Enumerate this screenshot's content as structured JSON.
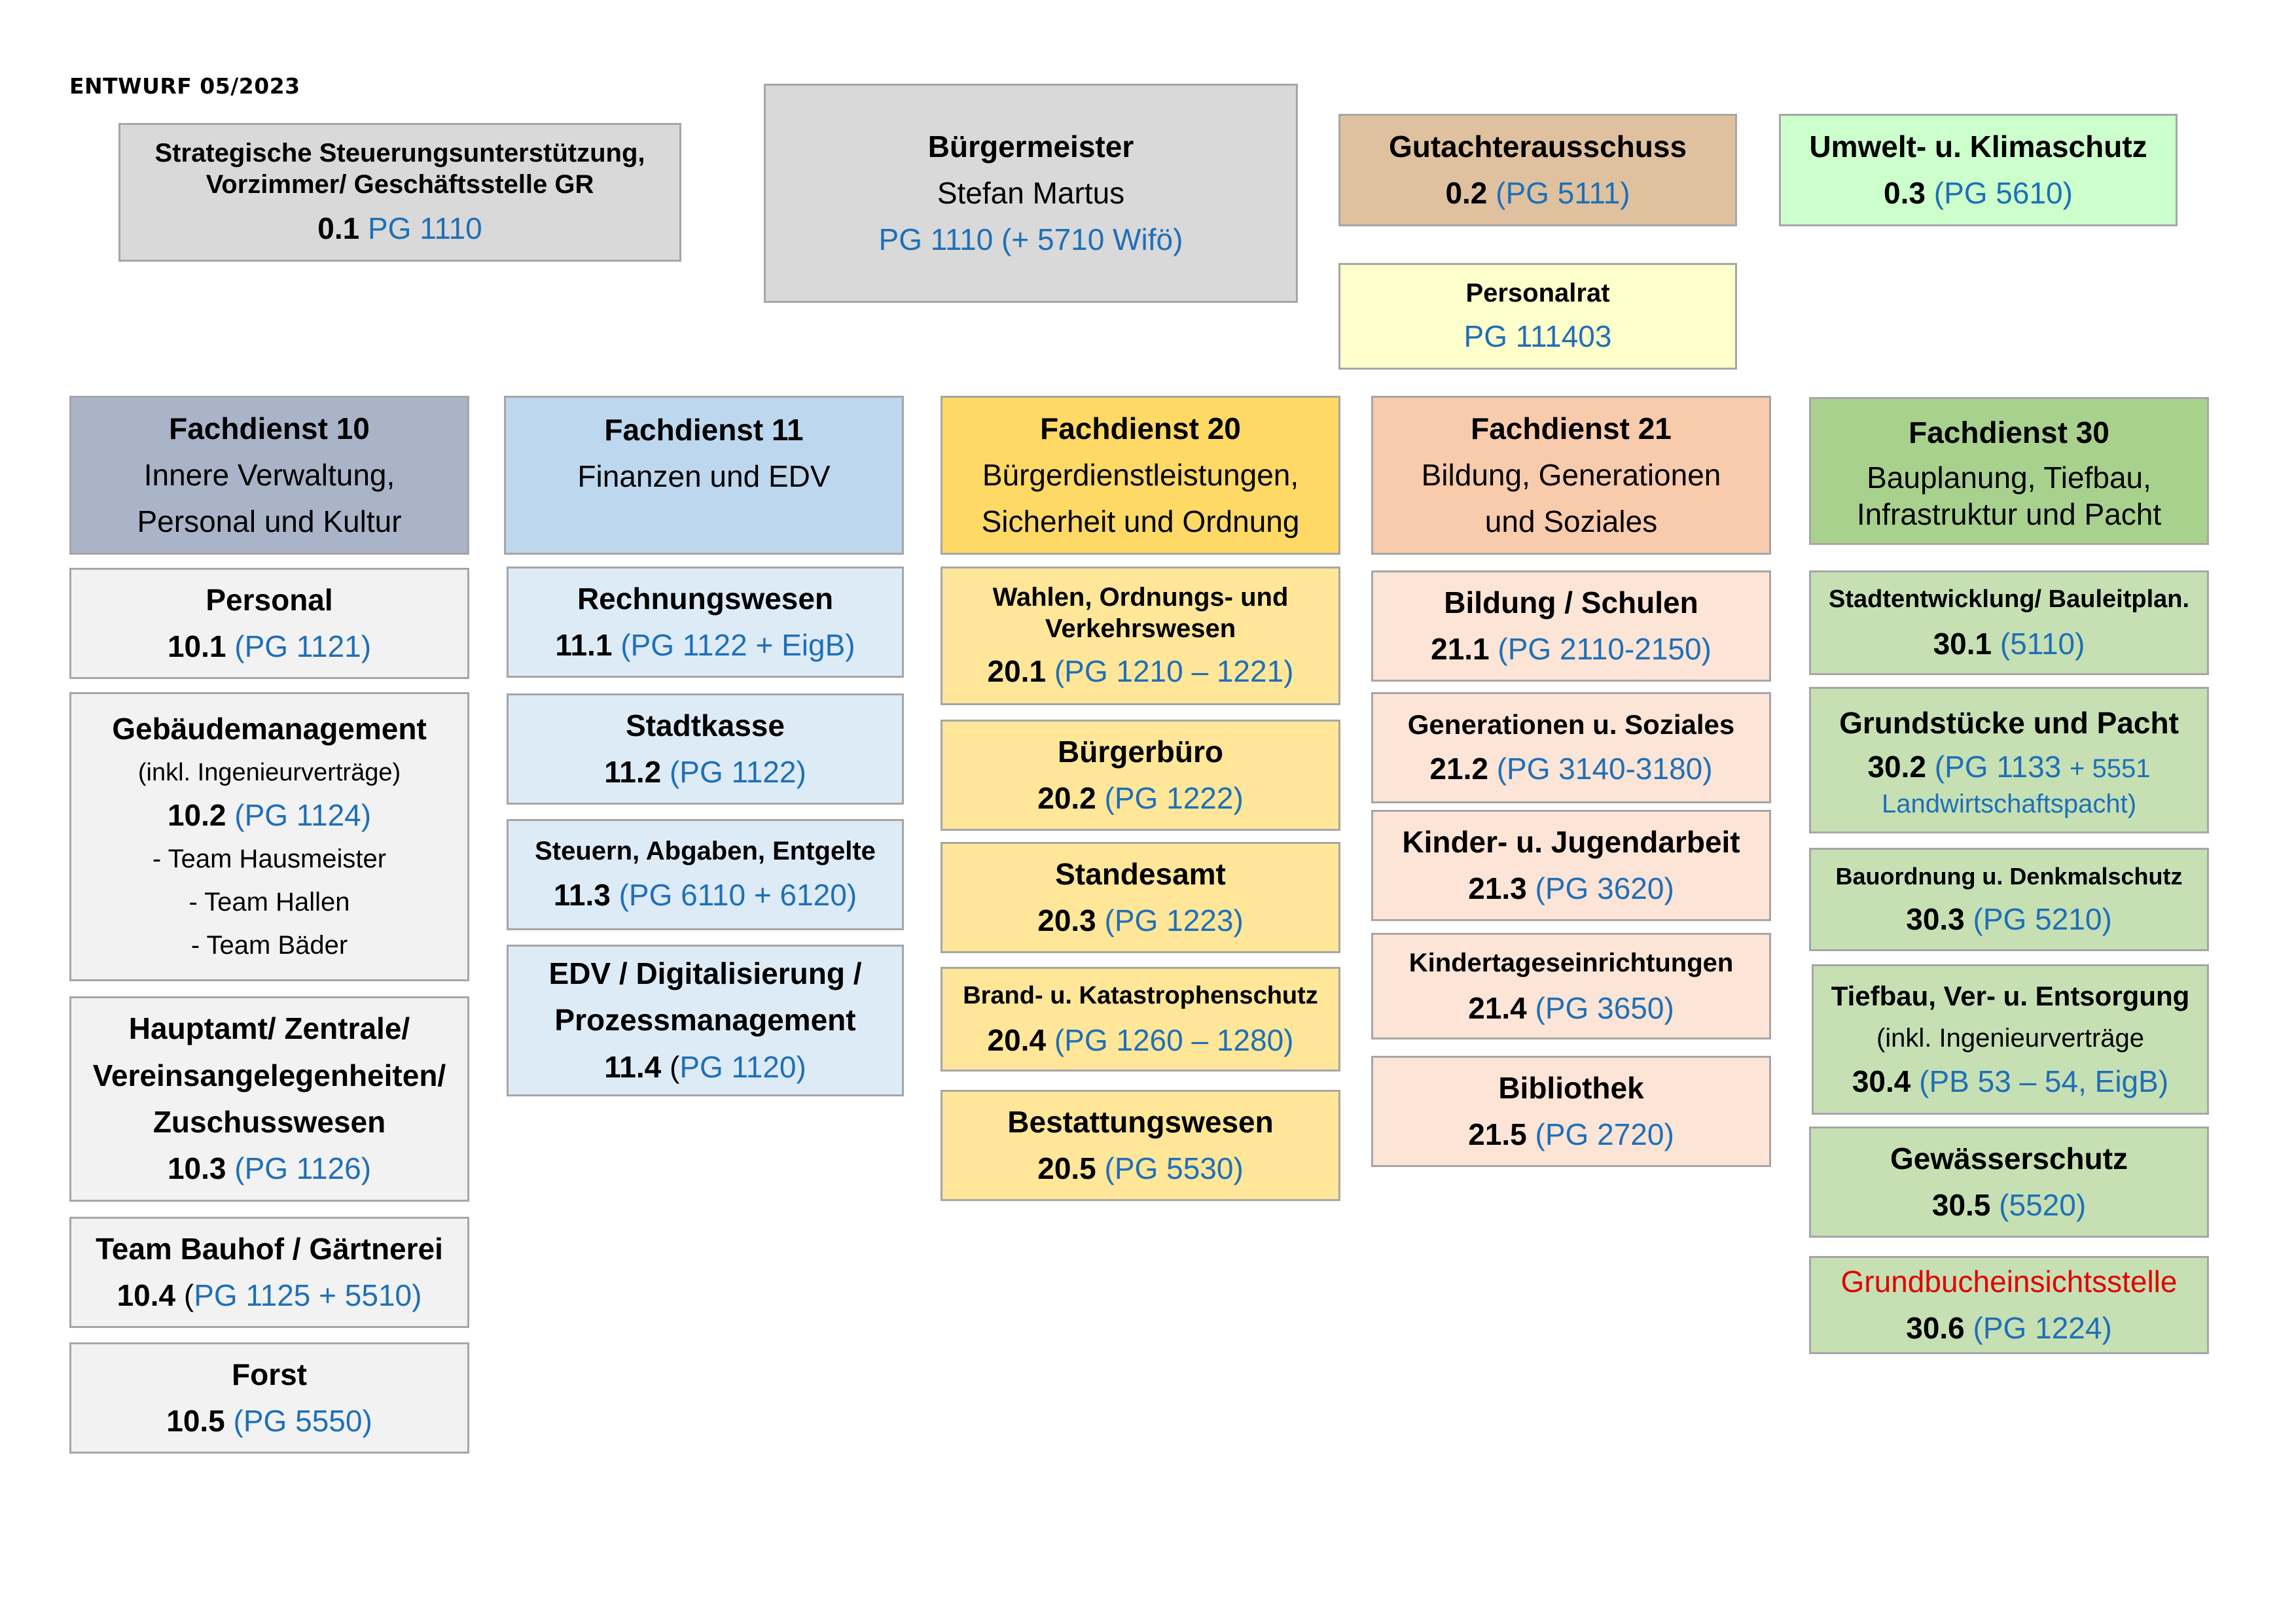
{
  "header": {
    "draft_label": "ENTWURF 05/2023"
  },
  "top": {
    "strategie": {
      "title_1": "Strategische Steuerungsunterstützung,",
      "title_2": "Vorzimmer/ Geschäftsstelle GR",
      "code": "0.1",
      "pg": "PG 1110"
    },
    "buergermeister": {
      "title": "Bürgermeister",
      "name": "Stefan Martus",
      "pg": "PG 1110 (+ 5710 Wifö)"
    },
    "gutachter": {
      "title": "Gutachterausschuss",
      "code": "0.2",
      "pg": "(PG 5111)"
    },
    "umwelt": {
      "title": "Umwelt- u. Klimaschutz",
      "code": "0.3",
      "pg": "(PG 5610)"
    },
    "personalrat": {
      "title": "Personalrat",
      "pg": "PG 111403"
    }
  },
  "fd10": {
    "header": {
      "title": "Fachdienst 10",
      "sub_1": "Innere Verwaltung,",
      "sub_2": "Personal und Kultur"
    },
    "units": {
      "personal": {
        "title": "Personal",
        "code": "10.1",
        "pg": "(PG 1121)"
      },
      "gebaeude": {
        "title": "Gebäudemanagement",
        "note": "(inkl. Ingenieurverträge)",
        "code": "10.2",
        "pg": "(PG 1124)",
        "team_1": "- Team Hausmeister",
        "team_2": "- Team Hallen",
        "team_3": "- Team Bäder"
      },
      "hauptamt": {
        "title_1": "Hauptamt/ Zentrale/",
        "title_2": "Vereinsangelegenheiten/",
        "title_3": "Zuschusswesen",
        "code": "10.3",
        "pg": "(PG 1126)"
      },
      "bauhof": {
        "title": "Team Bauhof / Gärtnerei",
        "code": "10.4",
        "paren_open": "(",
        "pg": "PG 1125 + 5510)"
      },
      "forst": {
        "title": "Forst",
        "code": "10.5",
        "pg": "(PG 5550)"
      }
    }
  },
  "fd11": {
    "header": {
      "title": "Fachdienst 11",
      "sub_1": "Finanzen und EDV"
    },
    "units": {
      "rechnung": {
        "title": "Rechnungswesen",
        "code": "11.1",
        "pg": "(PG 1122 + EigB)"
      },
      "stadtkasse": {
        "title": "Stadtkasse",
        "code": "11.2",
        "pg": "(PG 1122)"
      },
      "steuern": {
        "title": "Steuern, Abgaben, Entgelte",
        "code": "11.3",
        "pg": "(PG 6110 + 6120)"
      },
      "edv": {
        "title_1": "EDV / Digitalisierung /",
        "title_2": "Prozessmanagement",
        "code": "11.4",
        "paren_open": "(",
        "pg": "PG 1120)"
      }
    }
  },
  "fd20": {
    "header": {
      "title": "Fachdienst 20",
      "sub_1": "Bürgerdienstleistungen,",
      "sub_2": "Sicherheit und Ordnung"
    },
    "units": {
      "wahlen": {
        "title_1": "Wahlen, Ordnungs- und",
        "title_2": "Verkehrswesen",
        "code": "20.1",
        "pg": "(PG 1210 – 1221)"
      },
      "buergerbuero": {
        "title": "Bürgerbüro",
        "code": "20.2",
        "pg": "(PG 1222)"
      },
      "standesamt": {
        "title": "Standesamt",
        "code": "20.3",
        "pg": "(PG 1223)"
      },
      "brand": {
        "title": "Brand- u. Katastrophenschutz",
        "code": "20.4",
        "pg": "(PG 1260 – 1280)"
      },
      "bestattung": {
        "title": "Bestattungswesen",
        "code": "20.5",
        "pg": "(PG 5530)"
      }
    }
  },
  "fd21": {
    "header": {
      "title": "Fachdienst 21",
      "sub_1": "Bildung, Generationen",
      "sub_2": "und Soziales"
    },
    "units": {
      "bildung": {
        "title": "Bildung / Schulen",
        "code": "21.1",
        "pg": "(PG 2110-2150)"
      },
      "generationen": {
        "title": "Generationen u. Soziales",
        "code": "21.2",
        "pg": "(PG 3140-3180)"
      },
      "kinder": {
        "title": "Kinder- u. Jugendarbeit",
        "code": "21.3",
        "pg": "(PG 3620)"
      },
      "kita": {
        "title": "Kindertageseinrichtungen",
        "code": "21.4",
        "pg": "(PG 3650)"
      },
      "bibliothek": {
        "title": "Bibliothek",
        "code": "21.5",
        "pg": "(PG 2720)"
      }
    }
  },
  "fd30": {
    "header": {
      "title": "Fachdienst 30",
      "sub_1": "Bauplanung, Tiefbau,",
      "sub_2": "Infrastruktur und Pacht"
    },
    "units": {
      "stadtentwicklung": {
        "title": "Stadtentwicklung/ Bauleitplan.",
        "code": "30.1",
        "pg": "(5110)"
      },
      "grundstuecke": {
        "title": "Grundstücke und Pacht",
        "code": "30.2",
        "pg_1": "(PG 1133",
        "pg_1b": "+ 5551",
        "pg_2": "Landwirtschaftspacht)"
      },
      "bauordnung": {
        "title": "Bauordnung u. Denkmalschutz",
        "code": "30.3",
        "pg": "(PG 5210)"
      },
      "tiefbau": {
        "title": "Tiefbau, Ver- u. Entsorgung",
        "note": "(inkl. Ingenieurverträge",
        "code": "30.4",
        "pg": "(PB 53 – 54, EigB)"
      },
      "gewaesser": {
        "title": "Gewässerschutz",
        "code": "30.5",
        "pg": "(5520)"
      },
      "grundbuch": {
        "title": "Grundbucheinsichtsstelle",
        "code": "30.6",
        "pg": "(PG 1224)"
      }
    }
  }
}
